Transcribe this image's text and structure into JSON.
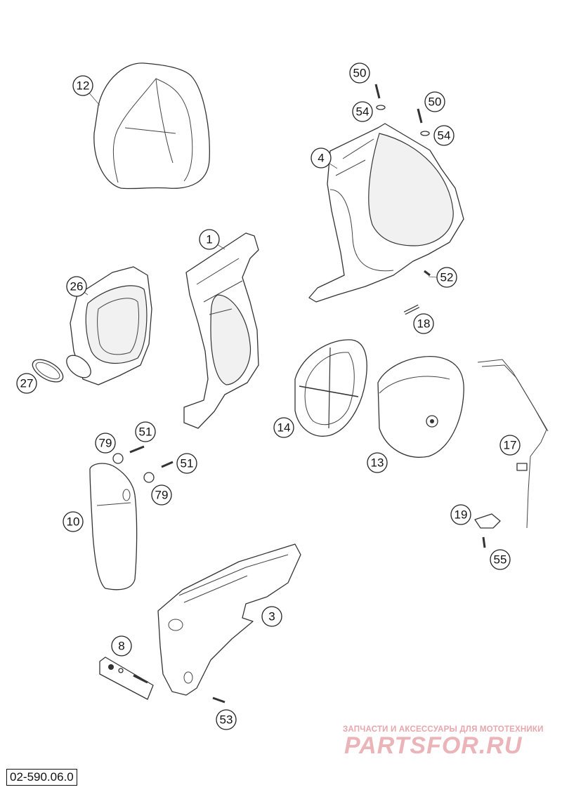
{
  "diagram": {
    "code": "02-590.06.0",
    "watermark": {
      "caption": "ЗАПЧАСТИ И АКСЕССУАРЫ ДЛЯ МОТОТЕХНИКИ",
      "logo": "PARTSFOR.RU"
    },
    "callouts": [
      {
        "id": "12",
        "label": "12"
      },
      {
        "id": "50a",
        "label": "50"
      },
      {
        "id": "54a",
        "label": "54"
      },
      {
        "id": "50b",
        "label": "50"
      },
      {
        "id": "54b",
        "label": "54"
      },
      {
        "id": "4",
        "label": "4"
      },
      {
        "id": "1",
        "label": "1"
      },
      {
        "id": "52",
        "label": "52"
      },
      {
        "id": "26",
        "label": "26"
      },
      {
        "id": "18",
        "label": "18"
      },
      {
        "id": "27",
        "label": "27"
      },
      {
        "id": "14",
        "label": "14"
      },
      {
        "id": "13",
        "label": "13"
      },
      {
        "id": "17",
        "label": "17"
      },
      {
        "id": "79a",
        "label": "79"
      },
      {
        "id": "51a",
        "label": "51"
      },
      {
        "id": "51b",
        "label": "51"
      },
      {
        "id": "79b",
        "label": "79"
      },
      {
        "id": "10",
        "label": "10"
      },
      {
        "id": "19",
        "label": "19"
      },
      {
        "id": "55",
        "label": "55"
      },
      {
        "id": "3",
        "label": "3"
      },
      {
        "id": "8",
        "label": "8"
      },
      {
        "id": "53",
        "label": "53"
      }
    ]
  }
}
